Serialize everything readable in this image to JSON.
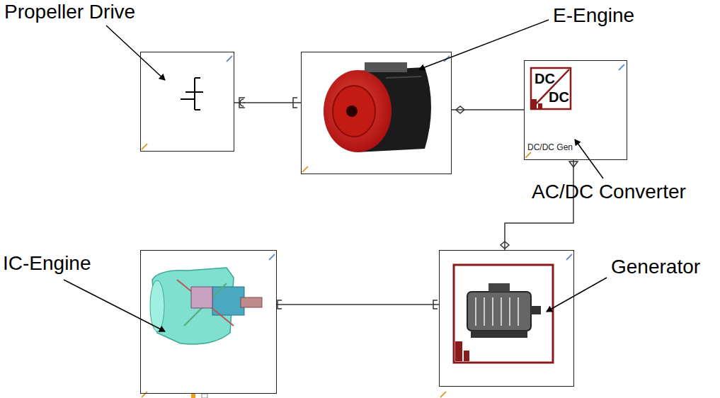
{
  "diagram": {
    "nodes": [
      {
        "text": [
          "Propeller Drive"
        ]
      },
      {
        "text": [
          "E-Engine"
        ]
      },
      {
        "text": [
          "AC/DC Converter",
          "DC",
          "DC",
          "DC/DC Gen"
        ]
      },
      {
        "text": [
          "IC-Engine"
        ]
      },
      {
        "text": [
          "Generator"
        ]
      }
    ],
    "edges": [
      {
        "from": 0,
        "to": 1,
        "arrow": "none"
      },
      {
        "from": 1,
        "to": 2,
        "arrow": "none"
      },
      {
        "from": 2,
        "to": 4,
        "arrow": "none"
      },
      {
        "from": 3,
        "to": 4,
        "arrow": "none"
      }
    ]
  }
}
